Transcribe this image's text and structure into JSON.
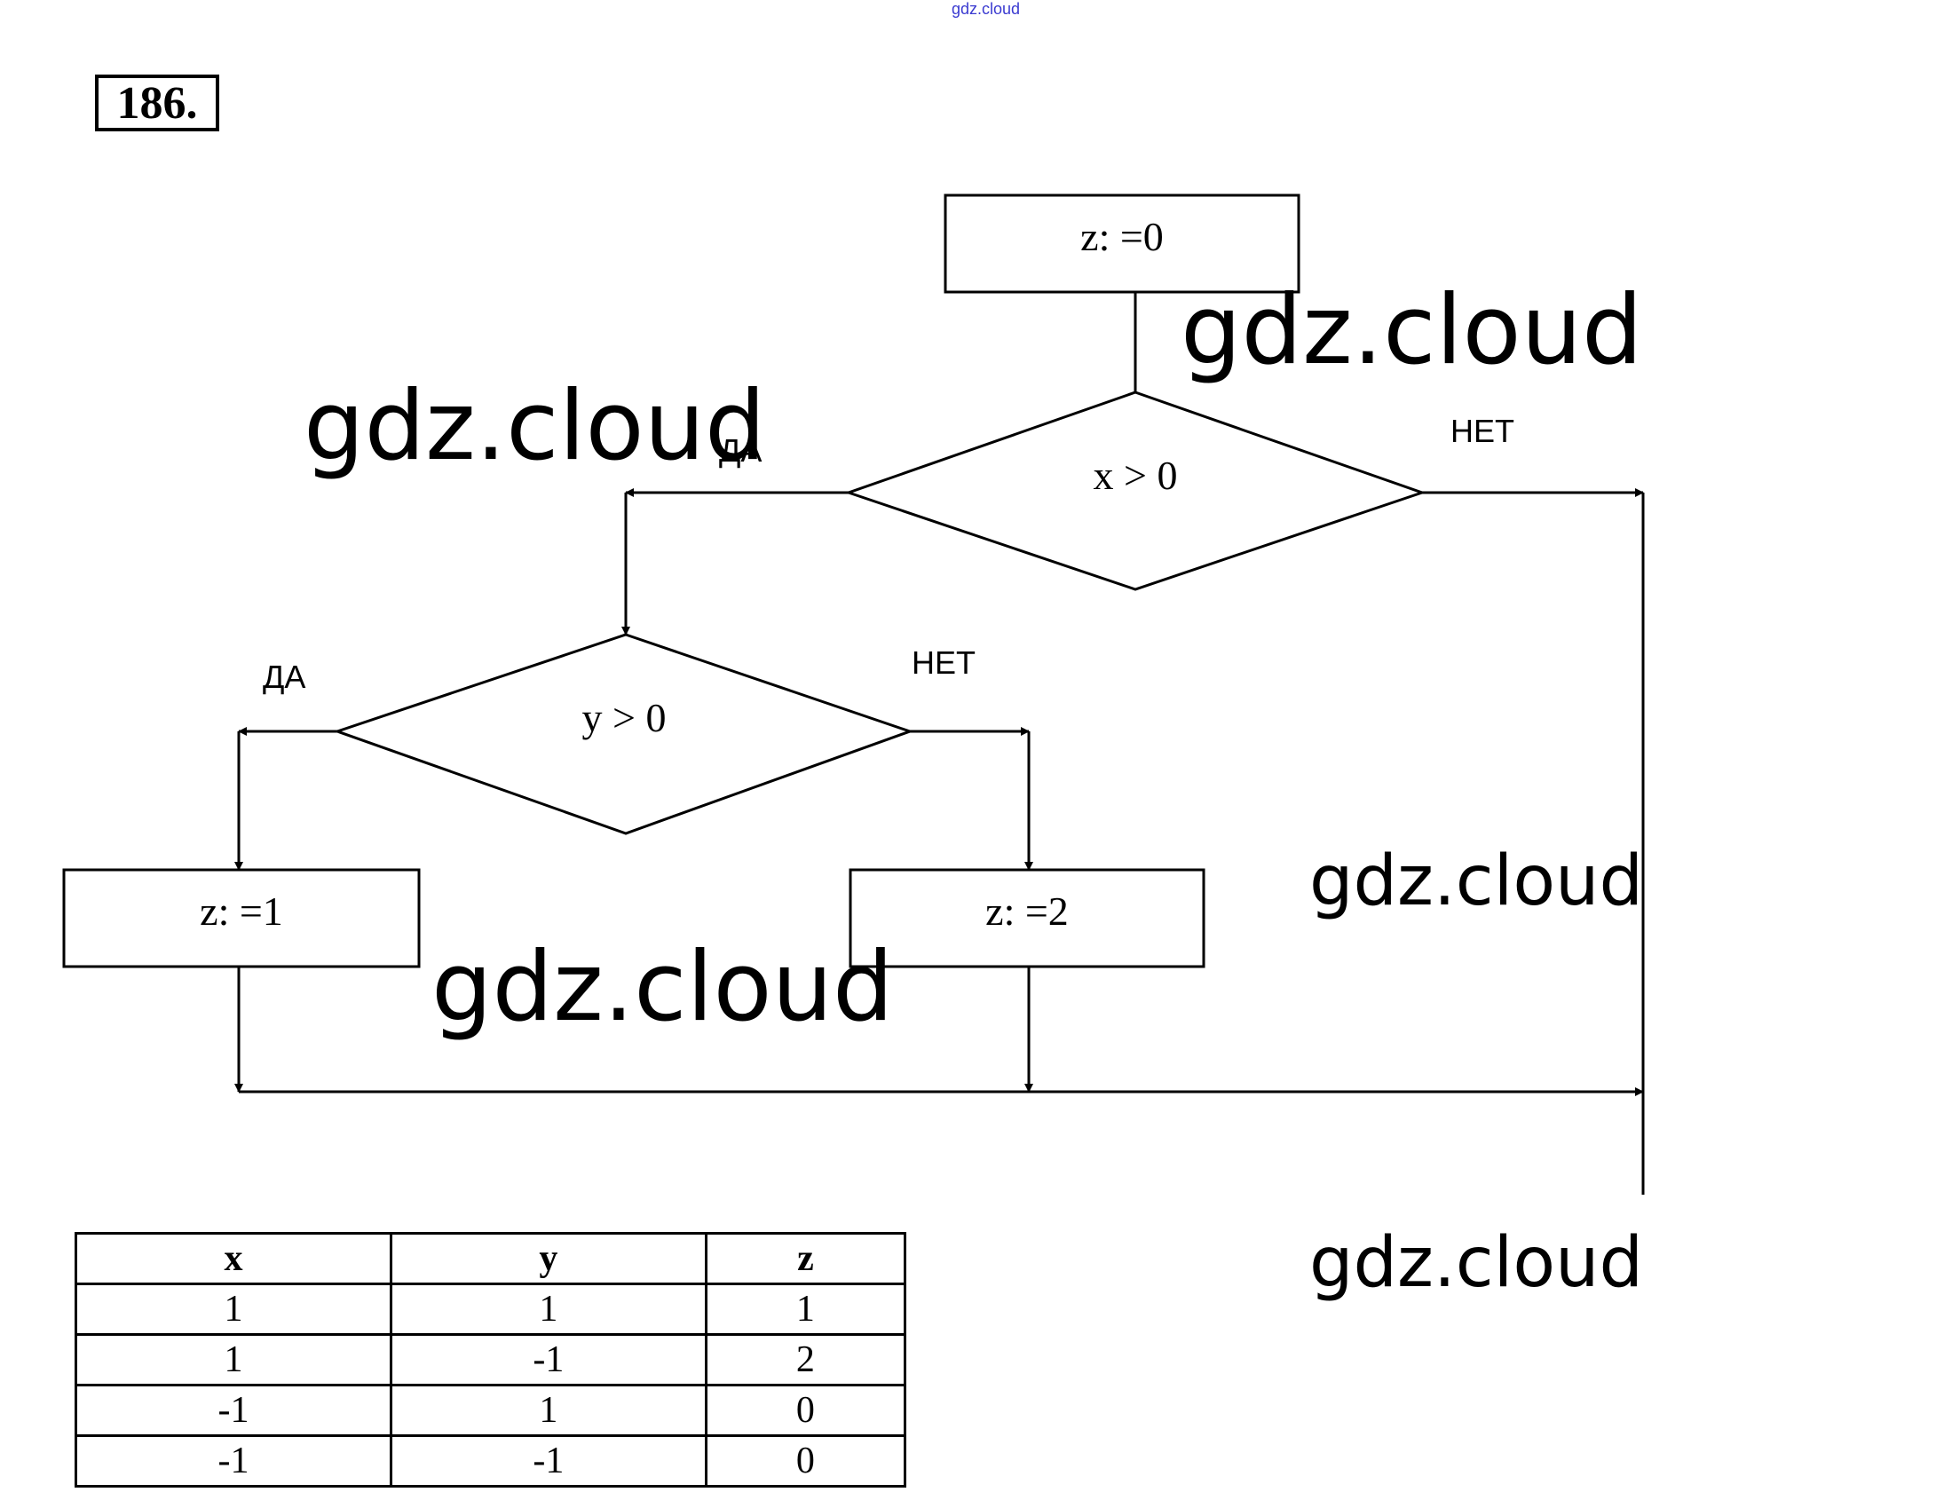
{
  "header": {
    "site_mark": "gdz.cloud",
    "problem_number": "186."
  },
  "flowchart": {
    "start_block": "z: =0",
    "decision_1": {
      "condition": "x > 0",
      "yes_label": "ДА",
      "no_label": "НЕТ"
    },
    "decision_2": {
      "condition": "y > 0",
      "yes_label": "ДА",
      "no_label": "НЕТ"
    },
    "block_yes": "z: =1",
    "block_no": "z: =2"
  },
  "watermarks": [
    "gdz.cloud",
    "gdz.cloud",
    "gdz.cloud",
    "gdz.cloud",
    "gdz.cloud"
  ],
  "table": {
    "headers": [
      "x",
      "y",
      "z"
    ],
    "rows": [
      [
        "1",
        "1",
        "1"
      ],
      [
        "1",
        "-1",
        "2"
      ],
      [
        "-1",
        "1",
        "0"
      ],
      [
        "-1",
        "-1",
        "0"
      ]
    ]
  }
}
